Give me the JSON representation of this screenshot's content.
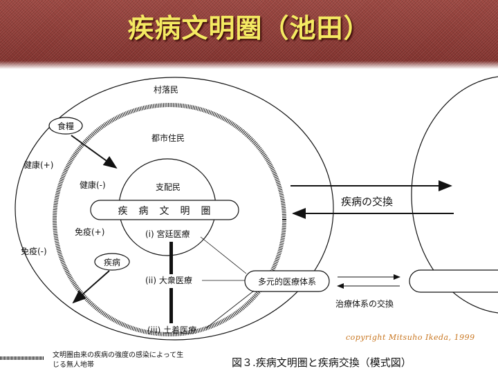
{
  "title": "疾病文明圏（池田）",
  "labels": {
    "village": "村落民",
    "city": "都市住民",
    "ruler": "支配民",
    "civilization_sphere": "疾　病　文　明　圏",
    "food": "食糧",
    "disease": "疾病",
    "health_plus": "健康(+)",
    "health_minus": "健康(-)",
    "immunity_plus": "免疫(+)",
    "immunity_minus": "免疫(-)",
    "court_medicine": "(i) 宮廷医療",
    "popular_medicine": "(ii) 大衆医療",
    "folk_medicine": "(iii) 土着医療",
    "pluralistic_medicine": "多元的医療体系",
    "disease_exchange": "疾病の交換",
    "medical_system_exchange": "治療体系の交換"
  },
  "copyright": "copyright Mitsuho Ikeda, 1999",
  "caption": "図３.疾病文明圏と疾病交換（模式図）",
  "legend": "文明圏由来の疾病の強度の感染によって生じる無人地帯"
}
